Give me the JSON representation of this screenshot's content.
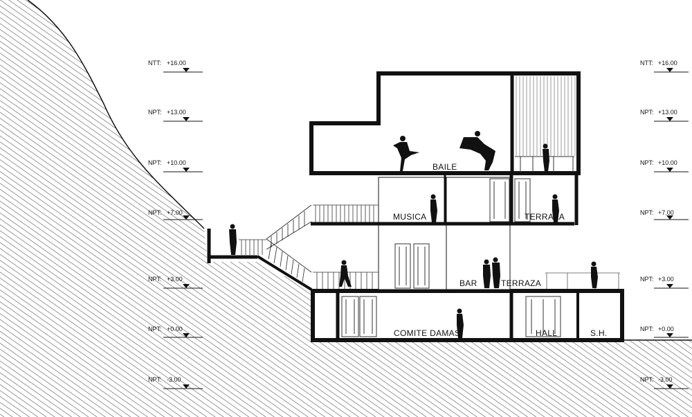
{
  "drawing": {
    "rooms": {
      "baile": "BAILE",
      "musica": "MUSICA",
      "terraza_upper": "TERRAZA",
      "bar": "BAR",
      "terraza_lower": "TERRAZA",
      "comite_damas": "COMITE DAMAS",
      "hall": "HALL",
      "sh": "S.H."
    },
    "levels_left": [
      {
        "prefix": "NTT:",
        "value": "+16.00"
      },
      {
        "prefix": "NPT:",
        "value": "+13.00"
      },
      {
        "prefix": "NPT:",
        "value": "+10.00"
      },
      {
        "prefix": "NPT:",
        "value": "+7.00"
      },
      {
        "prefix": "NPT:",
        "value": "+3.00"
      },
      {
        "prefix": "NPT:",
        "value": "+0.00"
      },
      {
        "prefix": "NPT:",
        "value": "-3.00"
      }
    ],
    "levels_right": [
      {
        "prefix": "NTT:",
        "value": "+16.00"
      },
      {
        "prefix": "NPT:",
        "value": "+13.00"
      },
      {
        "prefix": "NPT:",
        "value": "+10.00"
      },
      {
        "prefix": "NPT:",
        "value": "+7.00"
      },
      {
        "prefix": "NPT:",
        "value": "+3.00"
      },
      {
        "prefix": "NPT:",
        "value": "+0.00"
      },
      {
        "prefix": "NPT:",
        "value": "-3.00"
      }
    ]
  }
}
